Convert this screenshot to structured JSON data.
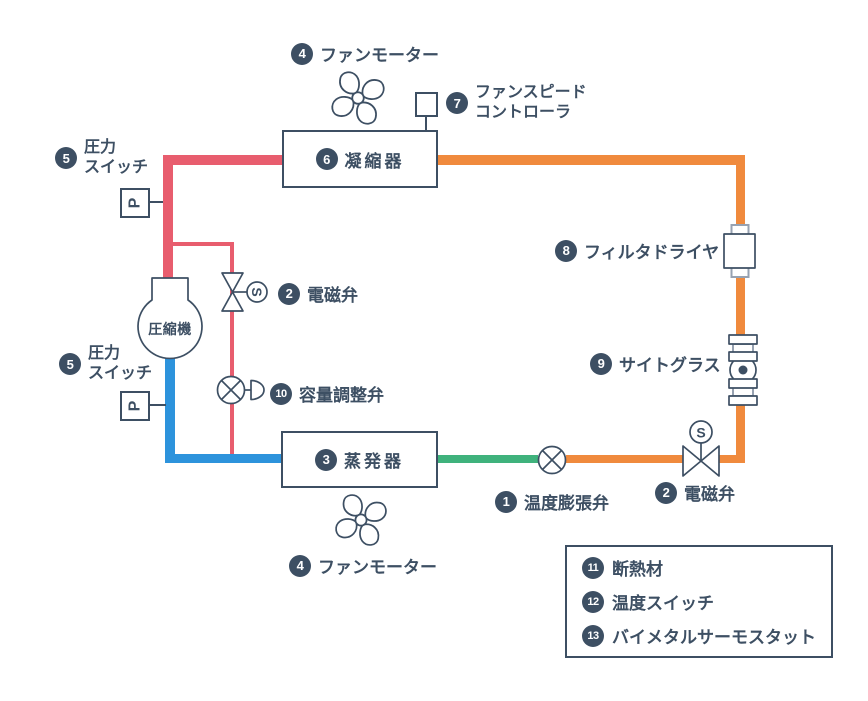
{
  "colors": {
    "navy": "#3d4f63",
    "red": "#e85d6e",
    "orange": "#f08a3d",
    "blue": "#2d93dc",
    "green": "#3fb27c",
    "slate": "#97a2b2",
    "white": "#ffffff"
  },
  "labels": {
    "fan_motor_top": {
      "num": "4",
      "text": "ファンモーター"
    },
    "fan_speed_controller": {
      "num": "7",
      "line1": "ファンスピード",
      "line2": "コントローラ"
    },
    "condenser": {
      "num": "6",
      "text": "凝縮器"
    },
    "pressure_switch_top": {
      "num": "5",
      "line1": "圧力",
      "line2": "スイッチ"
    },
    "solenoid_valve_upper": {
      "num": "2",
      "text": "電磁弁",
      "symbol_letter": "S"
    },
    "compressor": {
      "text": "圧縮機"
    },
    "pressure_switch_bottom": {
      "num": "5",
      "line1": "圧力",
      "line2": "スイッチ"
    },
    "capacity_valve": {
      "num": "10",
      "text": "容量調整弁"
    },
    "evaporator": {
      "num": "3",
      "text": "蒸発器"
    },
    "fan_motor_bottom": {
      "num": "4",
      "text": "ファンモーター"
    },
    "expansion_valve": {
      "num": "1",
      "text": "温度膨張弁"
    },
    "solenoid_valve_right": {
      "num": "2",
      "text": "電磁弁",
      "symbol_letter": "S"
    },
    "filter_dryer": {
      "num": "8",
      "text": "フィルタドライヤ"
    },
    "sight_glass": {
      "num": "9",
      "text": "サイトグラス"
    },
    "pressure_switch_symbol_letter": "P"
  },
  "legend": {
    "items": [
      {
        "num": "11",
        "text": "断熱材"
      },
      {
        "num": "12",
        "text": "温度スイッチ"
      },
      {
        "num": "13",
        "text": "バイメタルサーモスタット"
      }
    ]
  }
}
